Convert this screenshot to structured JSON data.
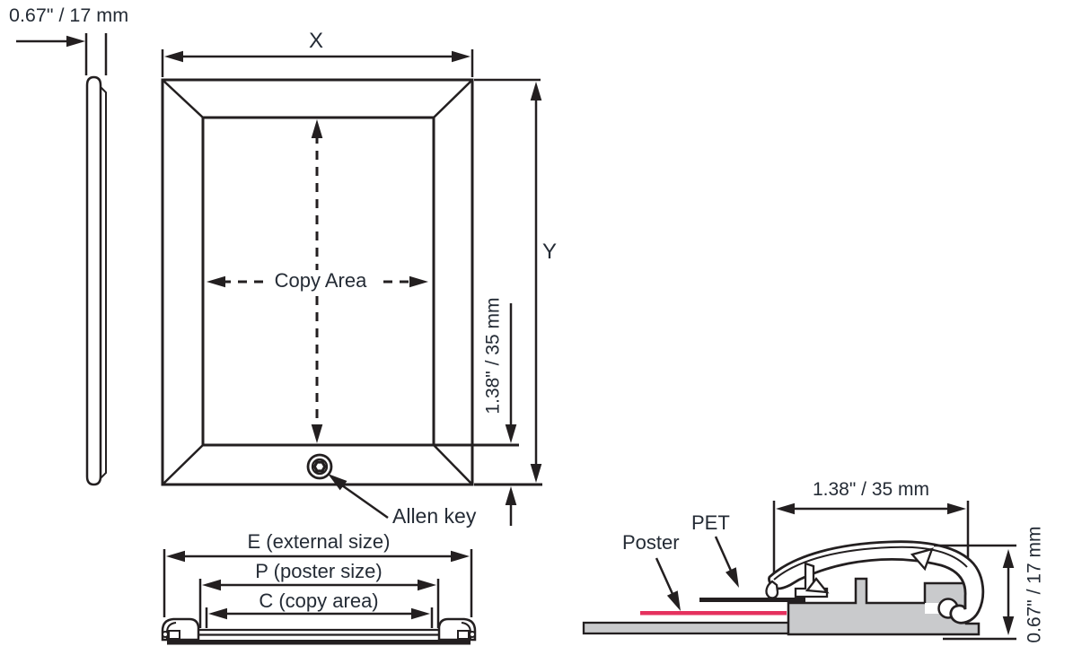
{
  "figure": {
    "side_view": {
      "thickness_dim": "0.67\" / 17 mm"
    },
    "front_view": {
      "width_dim": "X",
      "height_dim": "Y",
      "copy_area": "Copy Area",
      "frame_face_dim": "1.38\" / 35 mm",
      "allen_key": "Allen key"
    },
    "section_view": {
      "external": "E (external size)",
      "poster": "P (poster size)",
      "copy": "C (copy area)"
    },
    "detail_view": {
      "width_dim": "1.38\" / 35 mm",
      "depth_dim": "0.67\" / 17 mm",
      "poster": "Poster",
      "pet": "PET"
    },
    "colors": {
      "line": "#231f20",
      "text": "#242b35",
      "poster_accent": "#e5315e",
      "aluminum_gray": "#c9cacc"
    }
  }
}
